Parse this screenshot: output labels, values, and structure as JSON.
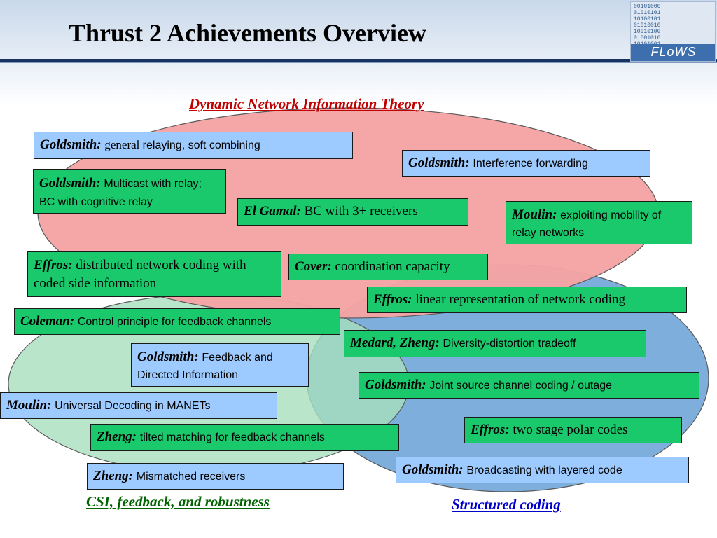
{
  "slide": {
    "title": "Thrust 2 Achievements Overview",
    "logo_text": "FLoWS",
    "logo_bits": "00101000\n01010101\n10100101\n01010010\n10010100\n01001010\n10101001"
  },
  "categories": {
    "dynamic": "Dynamic Network Information Theory",
    "csi": "CSI, feedback, and robustness",
    "structured": "Structured coding"
  },
  "colors": {
    "dynamic_ellipse": "#f5a3a3",
    "csi_ellipse": "#a8e0bd",
    "structured_ellipse": "#7eaedb",
    "dynamic_text": "#c00000",
    "csi_text": "#006400",
    "structured_text": "#0000cc",
    "box_blue": "#9ecbff",
    "box_green": "#19c96b"
  },
  "boxes": [
    {
      "author": "Goldsmith:",
      "desc_lead": "general",
      "desc": "relaying, soft combining"
    },
    {
      "author": "Goldsmith:",
      "desc": "Interference forwarding"
    },
    {
      "author": "Goldsmith:",
      "desc": "Multicast with relay; BC with cognitive relay"
    },
    {
      "author": "El Gamal:",
      "desc": "BC with 3+ receivers"
    },
    {
      "author": "Moulin:",
      "desc": "exploiting mobility of relay networks"
    },
    {
      "author": "Effros:",
      "desc": "distributed network coding with coded side information"
    },
    {
      "author": "Cover:",
      "desc": "coordination capacity"
    },
    {
      "author": "Effros:",
      "desc": "linear representation of network coding"
    },
    {
      "author": "Coleman:",
      "desc": "Control principle for feedback channels"
    },
    {
      "author": "Medard, Zheng:",
      "desc": "Diversity-distortion tradeoff"
    },
    {
      "author": "Goldsmith:",
      "desc": "Feedback and Directed Information"
    },
    {
      "author": "Goldsmith:",
      "desc": "Joint source channel coding / outage"
    },
    {
      "author": "Moulin:",
      "desc": "Universal Decoding in MANETs"
    },
    {
      "author": "Effros:",
      "desc": "two stage polar codes"
    },
    {
      "author": "Zheng:",
      "desc": "tilted matching for feedback channels"
    },
    {
      "author": "Goldsmith:",
      "desc": "Broadcasting with layered code"
    },
    {
      "author": "Zheng:",
      "desc": "Mismatched receivers"
    }
  ]
}
